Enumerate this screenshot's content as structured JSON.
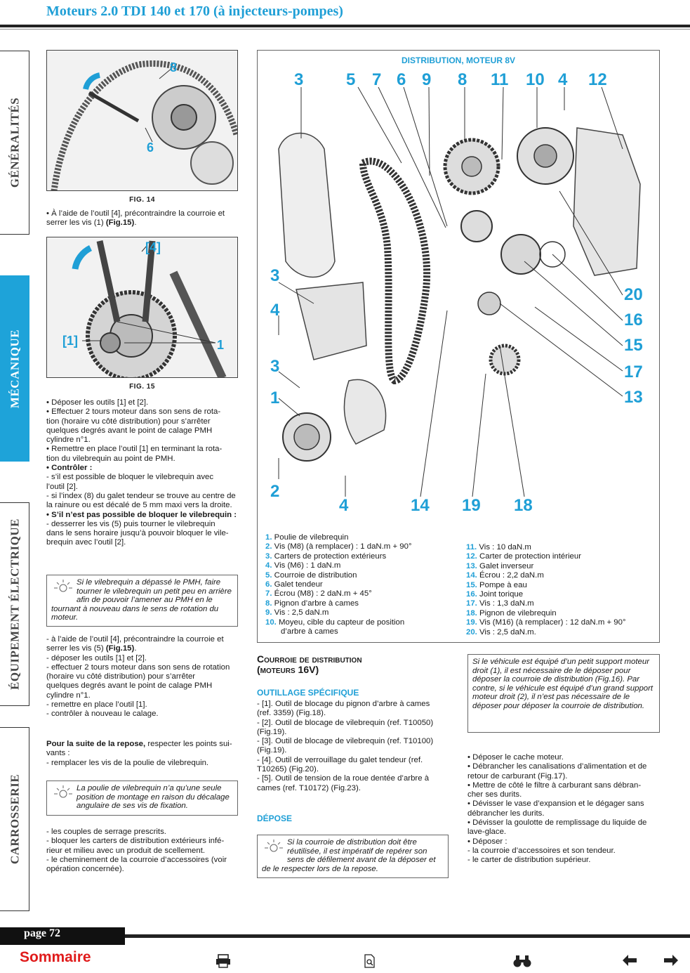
{
  "header": {
    "title": "Moteurs 2.0 TDI 140 et 170 (à injecteurs-pompes)"
  },
  "sidebar": {
    "tabs": [
      {
        "label": "GÉNÉRALITÉS",
        "active": false
      },
      {
        "label": "MÉCANIQUE",
        "active": true
      },
      {
        "label": "ÉQUIPEMENT ÉLECTRIQUE",
        "active": false
      },
      {
        "label": "CARROSSERIE",
        "active": false
      }
    ]
  },
  "col1": {
    "fig14": {
      "caption": "FIG. 14",
      "labels": [
        "8",
        "6"
      ]
    },
    "p1": "• À l’aide de l’outil [4], précontraindre la courroie et serrer les vis (1) ",
    "p1_ref": "(Fig.15)",
    "p1_end": ".",
    "fig15": {
      "caption": "FIG. 15",
      "labels": [
        "[4]",
        "[1]",
        "1"
      ]
    },
    "lines_a": [
      "• Déposer les outils [1] et [2].",
      "• Effectuer 2 tours moteur dans son sens de rota-",
      "tion (horaire vu côté distribution) pour s’arrêter",
      "quelques degrés avant le point de calage PMH",
      "cylindre n°1.",
      "• Remettre en place l’outil [1] en terminant la rota-",
      "tion du vilebrequin au point de PMH."
    ],
    "controler": "• Contrôler :",
    "lines_b": [
      "- s’il est possible de bloquer le vilebrequin avec",
      "l’outil [2].",
      "- si l’index (8) du galet tendeur se trouve au centre de",
      "la rainure ou est décalé de 5 mm maxi vers la droite."
    ],
    "sil": "• S’il n’est pas possible de bloquer le vilebrequin :",
    "lines_c": [
      "- desserrer les vis (5) puis tourner le vilebrequin",
      "dans le sens horaire jusqu’à pouvoir bloquer le vile-",
      "brequin avec l’outil [2]."
    ],
    "tip1": "Si le vilebrequin a dépassé le PMH, faire tourner le vilebrequin un petit peu en arrière afin de pouvoir l’amener au PMH en le tournant à nouveau dans le sens de rotation du moteur.",
    "lines_d": [
      "- à l’aide de l’outil [4], précontraindre la courroie et",
      "serrer les vis (5) (Fig.15).",
      "- déposer les outils [1] et [2].",
      "- effectuer 2 tours moteur dans son sens de rotation",
      "(horaire vu côté distribution) pour s’arrêter",
      "quelques degrés avant le point de calage PMH",
      "cylindre n°1.",
      "- remettre en place l’outil [1].",
      "- contrôler à nouveau le calage."
    ],
    "suite_bold": "Pour la suite de la repose,",
    "suite_rest": " respecter les points sui-",
    "lines_e": [
      "vants :",
      "- remplacer les vis de la poulie de vilebrequin."
    ],
    "tip2": "La poulie de vilebrequin n’a qu’une seule position de montage en raison du décalage angulaire de ses vis de fixation.",
    "lines_f": [
      "- les couples de serrage prescrits.",
      "- bloquer les carters de distribution extérieurs infé-",
      "rieur et milieu avec un produit de scellement.",
      "- le cheminement de la courroie d’accessoires (voir",
      "opération concernée)."
    ]
  },
  "diagram": {
    "title": "DISTRIBUTION, MOTEUR 8V",
    "top_callouts": [
      "3",
      "5",
      "7",
      "6",
      "9",
      "8",
      "11",
      "10",
      "4",
      "12"
    ],
    "left_callouts": [
      "3",
      "4",
      "3",
      "1",
      "2"
    ],
    "right_callouts": [
      "20",
      "16",
      "15",
      "17",
      "13"
    ],
    "bottom_callouts": [
      "4",
      "14",
      "19",
      "18"
    ],
    "legend_left": [
      {
        "n": "1.",
        "t": "Poulie de vilebrequin"
      },
      {
        "n": "2.",
        "t": "Vis (M8) (à remplacer) : 1 daN.m + 90°"
      },
      {
        "n": "3.",
        "t": "Carters de protection extérieurs"
      },
      {
        "n": "4.",
        "t": "Vis (M6) : 1 daN.m"
      },
      {
        "n": "5.",
        "t": "Courroie de distribution"
      },
      {
        "n": "6.",
        "t": "Galet tendeur"
      },
      {
        "n": "7.",
        "t": "Écrou (M8) : 2 daN.m + 45°"
      },
      {
        "n": "8.",
        "t": "Pignon d’arbre à cames"
      },
      {
        "n": "9.",
        "t": "Vis : 2,5 daN.m"
      },
      {
        "n": "10.",
        "t": "Moyeu, cible du capteur de position"
      },
      {
        "n": "",
        "t": "d’arbre à cames"
      }
    ],
    "legend_right": [
      {
        "n": "11.",
        "t": "Vis : 10 daN.m"
      },
      {
        "n": "12.",
        "t": "Carter de protection intérieur"
      },
      {
        "n": "13.",
        "t": "Galet inverseur"
      },
      {
        "n": "14.",
        "t": "Écrou : 2,2 daN.m"
      },
      {
        "n": "15.",
        "t": "Pompe à eau"
      },
      {
        "n": "16.",
        "t": "Joint torique"
      },
      {
        "n": "17.",
        "t": "Vis : 1,3 daN.m"
      },
      {
        "n": "18.",
        "t": "Pignon de vilebrequin"
      },
      {
        "n": "19.",
        "t": "Vis (M16) (à remplacer) : 12 daN.m + 90°"
      },
      {
        "n": "20.",
        "t": "Vis : 2,5 daN.m."
      }
    ]
  },
  "col2": {
    "heading_l1": "Courroie de distribution",
    "heading_l2": "(moteurs 16V)",
    "outillage": "OUTILLAGE SPÉCIFIQUE",
    "lines_a": [
      "- [1]. Outil de blocage du pignon d’arbre à cames",
      "(ref. 3359) (Fig.18).",
      "- [2]. Outil de blocage de vilebrequin (ref. T10050)",
      "(Fig.19).",
      "- [3]. Outil de blocage de vilebrequin (ref. T10100)",
      "(Fig.19).",
      "- [4]. Outil de verrouillage du galet tendeur (ref.",
      "T10265) (Fig.20).",
      "- [5]. Outil de tension de la roue dentée d’arbre à",
      "cames (ref. T10172) (Fig.23)."
    ],
    "depose": "DÉPOSE",
    "tip3": "Si la courroie de distribution doit être réutilisée, il est impératif de repérer son sens de défilement avant de la déposer et de le respecter lors de la repose."
  },
  "col3": {
    "note": "Si le véhicule est équipé d’un petit support moteur droit (1), il est nécessaire de le déposer pour déposer la courroie de distribution (Fig.16). Par contre, si le véhicule est équipé d’un grand support moteur droit (2), il n’est pas nécessaire de le déposer pour déposer la courroie de distribution.",
    "lines": [
      "• Déposer le cache moteur.",
      "• Débrancher les canalisations d’alimentation et de",
      "retour de carburant (Fig.17).",
      "• Mettre de côté le filtre à carburant sans débran-",
      "cher ses durits.",
      "• Dévisser le vase d’expansion et le dégager sans",
      "débrancher les durits.",
      "• Dévisser la goulotte de remplissage du liquide de",
      "lave-glace.",
      "• Déposer :",
      "- la courroie d’accessoires et son tendeur.",
      "- le carter de distribution supérieur."
    ]
  },
  "footer": {
    "page": "page 72",
    "sommaire": "Sommaire"
  },
  "colors": {
    "accent": "#1f9fd6",
    "sommaire": "#e01b1b"
  }
}
